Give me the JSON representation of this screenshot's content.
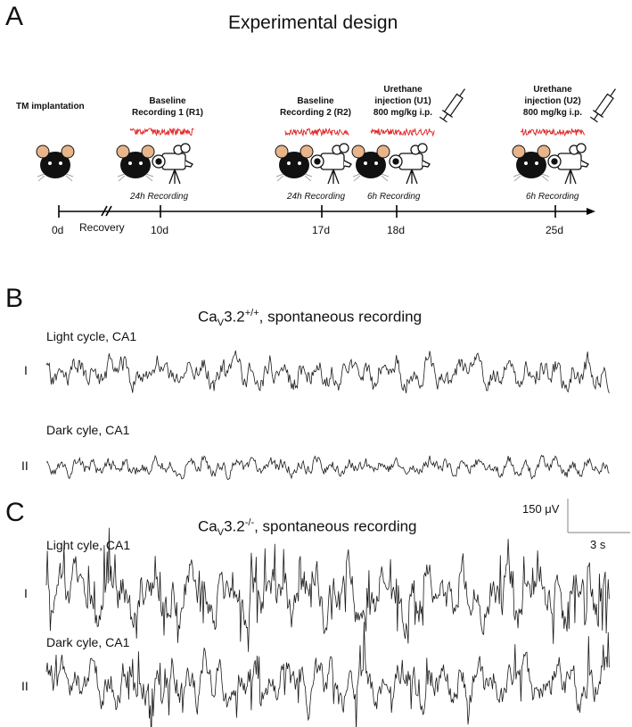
{
  "panels": [
    {
      "letter": "A"
    },
    {
      "letter": "B"
    },
    {
      "letter": "C"
    }
  ],
  "design": {
    "title": "Experimental design",
    "tm_label": "TM implantation",
    "events": [
      {
        "line1": "Baseline",
        "line2": "Recording 1 (R1)",
        "line3": ""
      },
      {
        "line1": "Baseline",
        "line2": "Recording 2 (R2)",
        "line3": ""
      },
      {
        "line1": "Urethane",
        "line2": "injection (U1)",
        "line3": "800 mg/kg i.p."
      },
      {
        "line1": "Urethane",
        "line2": "injection (U2)",
        "line3": "800 mg/kg i.p."
      }
    ],
    "recording_labels": [
      "24h Recording",
      "24h Recording",
      "6h Recording",
      "6h Recording"
    ],
    "timeline": {
      "days": [
        "0d",
        "10d",
        "17d",
        "18d",
        "25d"
      ],
      "recovery": "Recovery"
    }
  },
  "traces": {
    "B": {
      "title_prefix": "Ca",
      "title_sub": "V",
      "title_mid": "3.2",
      "title_sup": "+/+",
      "title_suffix": ", spontaneous recording",
      "rows": [
        {
          "label": "Light cycle, CA1",
          "roman": "I"
        },
        {
          "label": "Dark cyle, CA1",
          "roman": "II"
        }
      ]
    },
    "C": {
      "title_prefix": "Ca",
      "title_sub": "V",
      "title_mid": "3.2",
      "title_sup": "-/-",
      "title_suffix": ", spontaneous recording",
      "rows": [
        {
          "label": "Light cyle, CA1",
          "roman": "I"
        },
        {
          "label": "Dark cyle, CA1",
          "roman": "II"
        }
      ]
    }
  },
  "scalebar": {
    "amplitude": "150 μV",
    "time": "3 s"
  },
  "colors": {
    "noise": "#e02020",
    "trace": "#1a1a1a",
    "axis": "#000000",
    "scalebar": "#888888"
  },
  "icons": [
    "mouse-icon",
    "video-camera-icon",
    "syringe-icon"
  ]
}
